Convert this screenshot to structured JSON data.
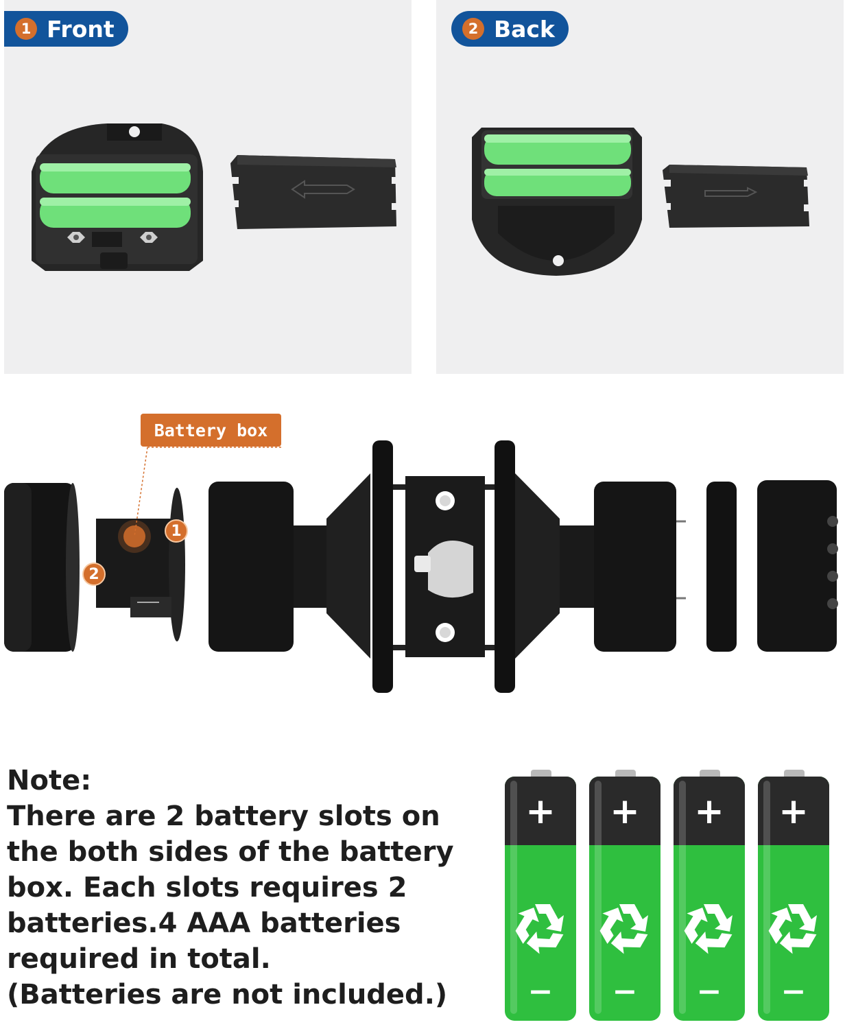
{
  "panels": {
    "front": {
      "number": "1",
      "label": "Front"
    },
    "back": {
      "number": "2",
      "label": "Back"
    }
  },
  "diagram": {
    "callout": "Battery box",
    "marker_1": "1",
    "marker_2": "2"
  },
  "note": {
    "title": "Note:",
    "body": "There are 2 battery slots on\nthe both sides of the battery\nbox. Each slots requires 2\nbatteries.4 AAA batteries\nrequired in total.\n(Batteries are not included.)"
  },
  "batteries": {
    "count": 4,
    "plus": "+",
    "minus": "−"
  },
  "colors": {
    "pill_blue": "#12549b",
    "accent_orange": "#d46f2c",
    "battery_green": "#2fbf3f",
    "cell_green": "#6fe07a"
  }
}
